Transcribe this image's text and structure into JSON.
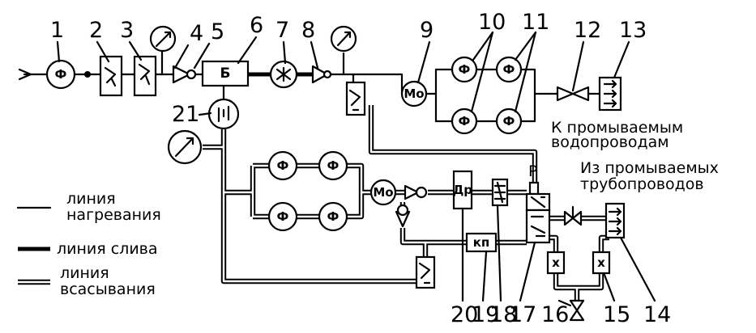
{
  "numbers": [
    "1",
    "2",
    "3",
    "4",
    "5",
    "6",
    "7",
    "8",
    "9",
    "10",
    "11",
    "12",
    "13",
    "14",
    "15",
    "16",
    "17",
    "18",
    "19",
    "20",
    "21"
  ],
  "marks": {
    "tank": "Б",
    "motor": "Мо",
    "pump": "Ф",
    "regulator": "Др",
    "valve": "кп",
    "filter": "х",
    "relay": "Р"
  },
  "annotations": {
    "to_pipes": [
      "К промываемым",
      "водопроводам"
    ],
    "from_pipes": [
      "Из промываемых",
      "трубопроводов"
    ]
  },
  "legend": {
    "heating": [
      "линия",
      "нагревания"
    ],
    "drain": [
      "линия слива"
    ],
    "suction": [
      "линия",
      "всасывания"
    ]
  }
}
